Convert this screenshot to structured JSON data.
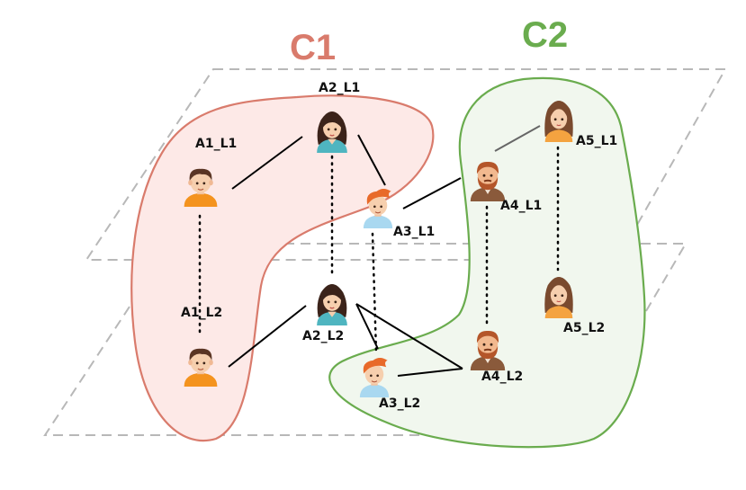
{
  "colors": {
    "c1_stroke": "#d97b6c",
    "c1_fill": "#fde9e7",
    "c2_stroke": "#6aac4e",
    "c2_fill": "#f1f7ee",
    "plane_stroke": "#b8b8b8",
    "edge": "#000000"
  },
  "clusters": [
    {
      "id": "c1",
      "label": "C1"
    },
    {
      "id": "c2",
      "label": "C2"
    }
  ],
  "nodes": [
    {
      "id": "a1_l1",
      "label": "A1_L1",
      "avatar": "boy-dark-hair-icon"
    },
    {
      "id": "a2_l1",
      "label": "A2_L1",
      "avatar": "woman-teal-shirt-icon"
    },
    {
      "id": "a3_l1",
      "label": "A3_L1",
      "avatar": "redhead-man-icon"
    },
    {
      "id": "a4_l1",
      "label": "A4_L1",
      "avatar": "bearded-man-icon"
    },
    {
      "id": "a5_l1",
      "label": "A5_L1",
      "avatar": "woman-long-hair-icon"
    },
    {
      "id": "a1_l2",
      "label": "A1_L2",
      "avatar": "boy-dark-hair-icon"
    },
    {
      "id": "a2_l2",
      "label": "A2_L2",
      "avatar": "woman-teal-shirt-icon"
    },
    {
      "id": "a3_l2",
      "label": "A3_L2",
      "avatar": "redhead-man-icon"
    },
    {
      "id": "a4_l2",
      "label": "A4_L2",
      "avatar": "bearded-man-icon"
    },
    {
      "id": "a5_l2",
      "label": "A5_L2",
      "avatar": "woman-long-hair-icon"
    }
  ],
  "edges": [
    {
      "from": "a1_l1",
      "to": "a2_l1"
    },
    {
      "from": "a2_l1",
      "to": "a3_l1"
    },
    {
      "from": "a3_l1",
      "to": "a4_l1"
    },
    {
      "from": "a4_l1",
      "to": "a5_l1"
    },
    {
      "from": "a1_l2",
      "to": "a2_l2"
    },
    {
      "from": "a2_l2",
      "to": "a3_l2"
    },
    {
      "from": "a2_l2",
      "to": "a4_l2"
    },
    {
      "from": "a3_l2",
      "to": "a4_l2"
    }
  ],
  "interlayer_links": [
    {
      "from": "a1_l1",
      "to": "a1_l2"
    },
    {
      "from": "a2_l1",
      "to": "a2_l2"
    },
    {
      "from": "a3_l1",
      "to": "a3_l2"
    },
    {
      "from": "a4_l1",
      "to": "a4_l2"
    },
    {
      "from": "a5_l1",
      "to": "a5_l2"
    }
  ]
}
